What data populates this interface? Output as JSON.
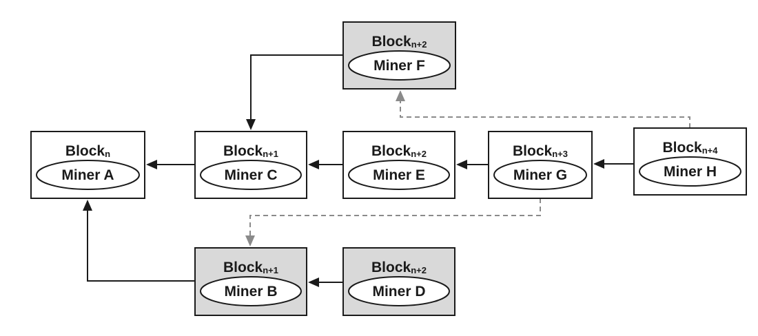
{
  "colors": {
    "stale_block_fill": "#d9d9d9",
    "main_block_fill": "#ffffff",
    "solid_edge": "#1a1a1a",
    "dashed_edge": "#8a8a8a"
  },
  "blocks": [
    {
      "id": "A",
      "block": "Block",
      "subscript": "n",
      "miner": "Miner A",
      "stale": false
    },
    {
      "id": "C",
      "block": "Block",
      "subscript": "n+1",
      "miner": "Miner C",
      "stale": false
    },
    {
      "id": "E",
      "block": "Block",
      "subscript": "n+2",
      "miner": "Miner E",
      "stale": false
    },
    {
      "id": "G",
      "block": "Block",
      "subscript": "n+3",
      "miner": "Miner G",
      "stale": false
    },
    {
      "id": "H",
      "block": "Block",
      "subscript": "n+4",
      "miner": "Miner H",
      "stale": false
    },
    {
      "id": "F",
      "block": "Block",
      "subscript": "n+2",
      "miner": "Miner F",
      "stale": true
    },
    {
      "id": "B",
      "block": "Block",
      "subscript": "n+1",
      "miner": "Miner B",
      "stale": true
    },
    {
      "id": "D",
      "block": "Block",
      "subscript": "n+2",
      "miner": "Miner D",
      "stale": true
    }
  ],
  "edges": [
    {
      "from": "C",
      "to": "A",
      "style": "solid"
    },
    {
      "from": "E",
      "to": "C",
      "style": "solid"
    },
    {
      "from": "G",
      "to": "E",
      "style": "solid"
    },
    {
      "from": "H",
      "to": "G",
      "style": "solid"
    },
    {
      "from": "F",
      "to": "C",
      "style": "solid"
    },
    {
      "from": "B",
      "to": "A",
      "style": "solid"
    },
    {
      "from": "D",
      "to": "B",
      "style": "solid"
    },
    {
      "from": "H",
      "to": "F",
      "style": "dashed"
    },
    {
      "from": "G",
      "to": "B",
      "style": "dashed"
    }
  ]
}
